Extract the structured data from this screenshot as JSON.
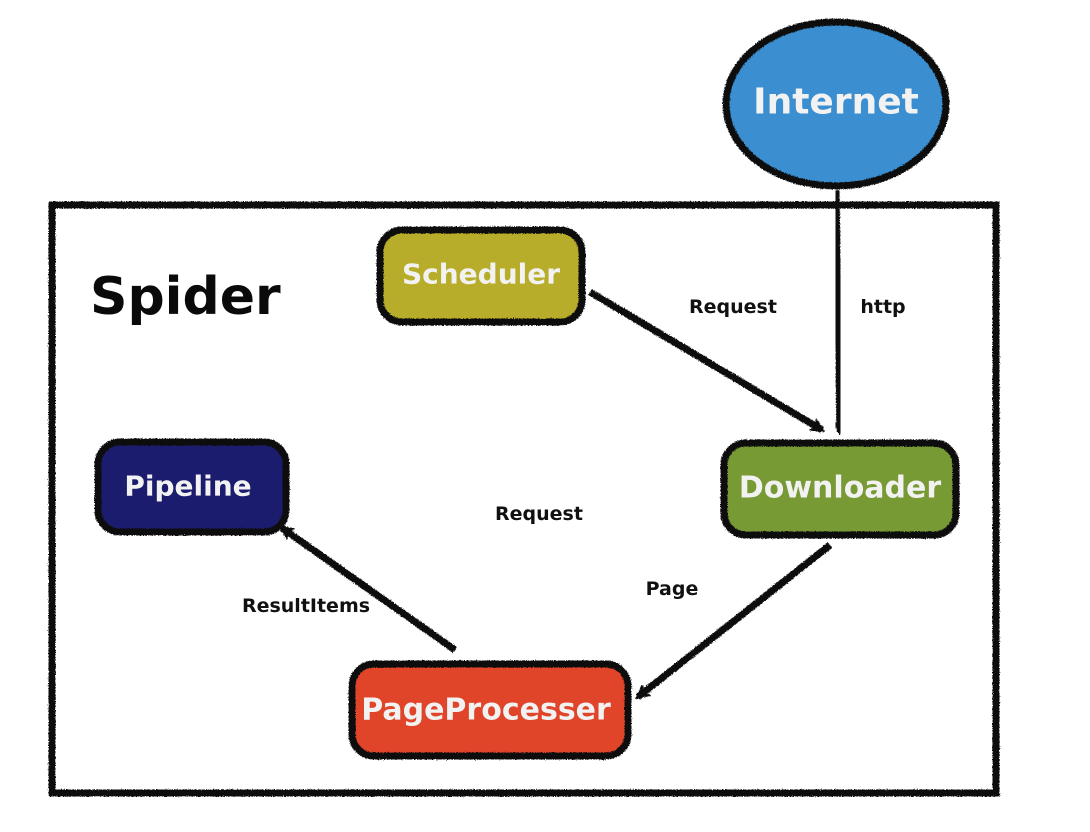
{
  "container": {
    "label": "Spider"
  },
  "nodes": {
    "internet": {
      "label": "Internet",
      "color": "#3b8fd0"
    },
    "scheduler": {
      "label": "Scheduler",
      "color": "#b8ad2a"
    },
    "downloader": {
      "label": "Downloader",
      "color": "#789a35"
    },
    "pipeline": {
      "label": "Pipeline",
      "color": "#1f1d6e"
    },
    "pageprocesser": {
      "label": "PageProcesser",
      "color": "#e0442b"
    }
  },
  "edges": {
    "scheduler_downloader": {
      "label": "Request"
    },
    "internet_downloader": {
      "label": "http"
    },
    "pageprocesser_scheduler": {
      "label": "Request"
    },
    "downloader_pageprocesser": {
      "label": "Page"
    },
    "pageprocesser_pipeline": {
      "label": "ResultItems"
    }
  }
}
